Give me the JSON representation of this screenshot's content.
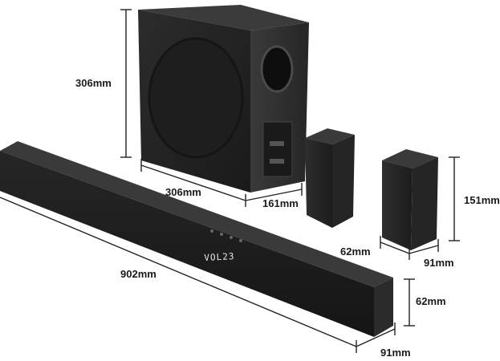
{
  "dimensions": {
    "subwoofer_height": "306mm",
    "subwoofer_width": "306mm",
    "subwoofer_depth": "161mm",
    "rear_speaker_height": "151mm",
    "rear_speaker_width": "62mm",
    "rear_speaker_depth": "91mm",
    "soundbar_width": "902mm",
    "soundbar_height": "62mm",
    "soundbar_depth": "91mm"
  },
  "display": {
    "text": "VOL23"
  },
  "colors": {
    "product_dark": "#1c1c1c",
    "product_mid": "#2a2a2a",
    "product_light": "#3a3a3a",
    "dimension_line": "#222222"
  }
}
